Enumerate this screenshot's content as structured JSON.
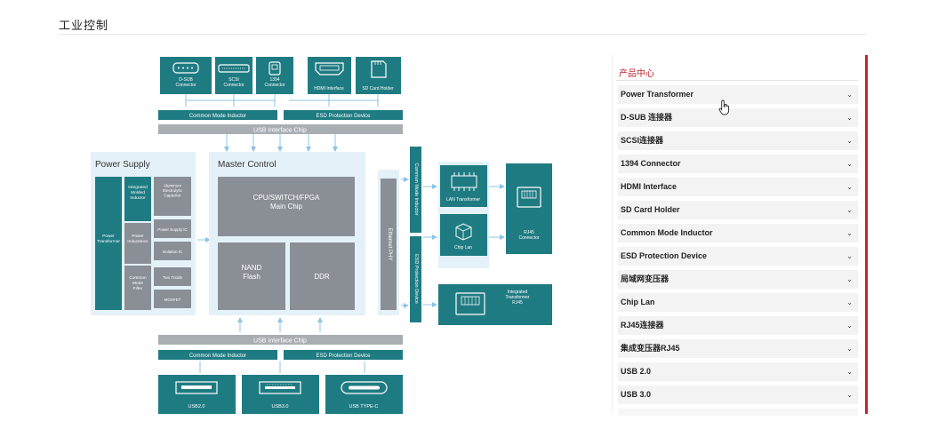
{
  "page": {
    "title": "工业控制"
  },
  "diagram": {
    "top_connectors": [
      "D-SUB\nConnector",
      "SCSI\nConnector",
      "1394\nConnector",
      "HDMI Interface",
      "SD Card Holder"
    ],
    "common_mode_inductor": "Common Mode Inductor",
    "esd_protection_device": "ESD Protection Device",
    "usb_interface_chip": "USB Interface Chip",
    "power_supply": {
      "title": "Power Supply",
      "power_transformer": "Power\nTransformer",
      "integrated_molded_inductor": "Integrated\nMolded\nInductor",
      "aluminum_capacitor": "Aluminum\nElectrolytic\nCapacitor",
      "power_inductance": "Power\nInductance",
      "power_supply_ic": "Power Supply IC",
      "isolation_ic": "Isolation IC",
      "common_mode_filter": "Common\nMode\nFilter",
      "two_triode": "Two Triode",
      "mosfet": "MOSFET"
    },
    "master_control": {
      "title": "Master Control",
      "main_chip": "CPU/SWITCH/FPGA\nMain Chip",
      "nand_flash": "NAND\nFlash",
      "ddr": "DDR",
      "ethernet_phy": "Ethernet PHY"
    },
    "vertical_common_mode_inductor": "Common Mode Inductor",
    "vertical_esd_protection_device": "ESD Protection Device",
    "lan_transformer": "LAN Transformer",
    "chip_lan": "Chip Lan",
    "rj45_connector": "RJ45\nConnector",
    "integrated_transformer_rj45": "Integrated\nTransformer\nRJ45",
    "bottom_usb_interface_chip": "USB Interface Chip",
    "bottom_common_mode_inductor": "Common Mode Inductor",
    "bottom_esd_protection_device": "ESD Protection Device",
    "bottom_connectors": [
      "USB2.0",
      "USB3.0",
      "USB TYPE-C"
    ]
  },
  "sidebar": {
    "title": "产品中心",
    "items": [
      "Power Transformer",
      "D-SUB 连接器",
      "SCSI连接器",
      "1394 Connector",
      "HDMI Interface",
      "SD Card Holder",
      "Common Mode Inductor",
      "ESD Protection Device",
      "局域网变压器",
      "Chip Lan",
      "RJ45连接器",
      "集成变压器RJ45",
      "USB 2.0",
      "USB 3.0"
    ],
    "chevron": "⌄"
  },
  "colors": {
    "teal": "#1f7b82",
    "chip_gray": "#8a8f96",
    "panel_light": "#e4f1f8",
    "bar_gray": "#a9aeb3",
    "arrow": "#8cc4e6",
    "accent_red": "#c0262c"
  }
}
